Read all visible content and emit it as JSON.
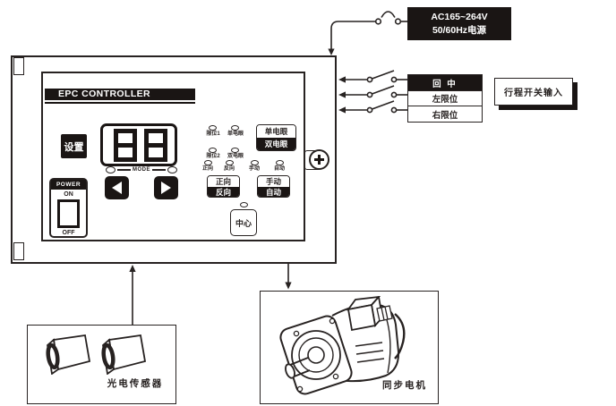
{
  "diagram": {
    "controller": {
      "title": "EPC CONTROLLER",
      "display_value": "88",
      "mode_label": "MODE",
      "set_button": "设置",
      "power_switch": {
        "header": "POWER",
        "on": "ON",
        "off": "OFF"
      },
      "leds": {
        "limit1": "限位1",
        "single_eye": "单电眼",
        "limit2": "限位2",
        "double_eye": "双电眼",
        "forward": "正向",
        "reverse": "反向",
        "manual": "手动",
        "auto": "自动"
      },
      "buttons": {
        "eye_select_top": "单电眼",
        "eye_select_bottom": "双电眼",
        "direction_top": "正向",
        "direction_bottom": "反向",
        "mode_select_top": "手动",
        "mode_select_bottom": "自动",
        "center": "中心"
      }
    },
    "power_supply": {
      "line1": "AC165~264V",
      "line2": "50/60Hz电源"
    },
    "travel_switch_inputs": {
      "caption": "行程开关输入",
      "items": [
        {
          "label": "回 中"
        },
        {
          "label": "左限位"
        },
        {
          "label": "右限位"
        }
      ]
    },
    "photo_sensor": {
      "label": "光电传感器"
    },
    "motor": {
      "label": "同步电机"
    }
  },
  "colors": {
    "ink": "#272221",
    "black_fill": "#1a1514",
    "background": "#ffffff"
  }
}
